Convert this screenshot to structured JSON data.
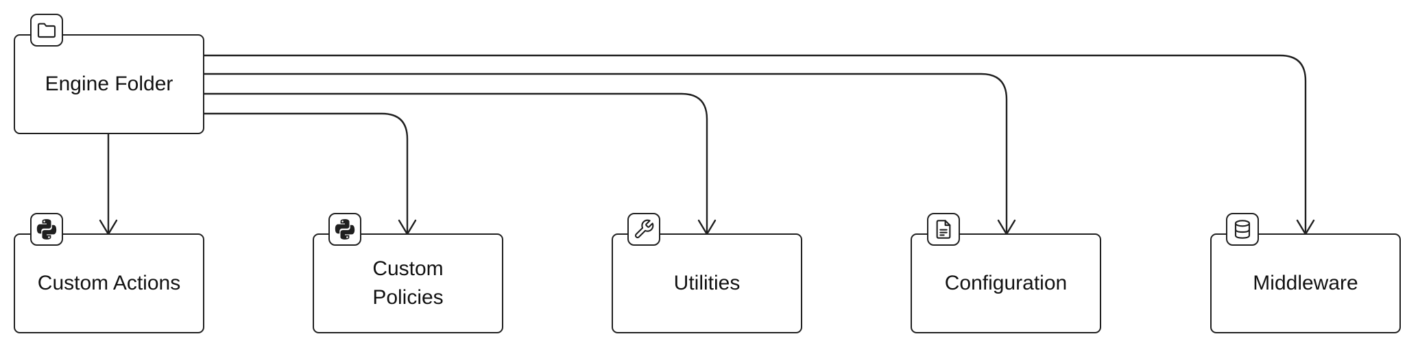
{
  "diagram": {
    "type": "hierarchy",
    "root": {
      "id": "engine",
      "label": "Engine Folder",
      "icon": "folder-icon"
    },
    "children": [
      {
        "id": "custom-actions",
        "label": "Custom Actions",
        "icon": "python-icon"
      },
      {
        "id": "custom-policies",
        "label": "Custom\nPolicies",
        "icon": "python-icon"
      },
      {
        "id": "utilities",
        "label": "Utilities",
        "icon": "wrench-icon"
      },
      {
        "id": "configuration",
        "label": "Configuration",
        "icon": "document-icon"
      },
      {
        "id": "middleware",
        "label": "Middleware",
        "icon": "database-icon"
      }
    ],
    "edges": [
      {
        "from": "engine",
        "to": "custom-actions"
      },
      {
        "from": "engine",
        "to": "custom-policies"
      },
      {
        "from": "engine",
        "to": "utilities"
      },
      {
        "from": "engine",
        "to": "configuration"
      },
      {
        "from": "engine",
        "to": "middleware"
      }
    ],
    "colors": {
      "stroke": "#1f1f1f",
      "background": "#ffffff",
      "text": "#111111"
    }
  }
}
